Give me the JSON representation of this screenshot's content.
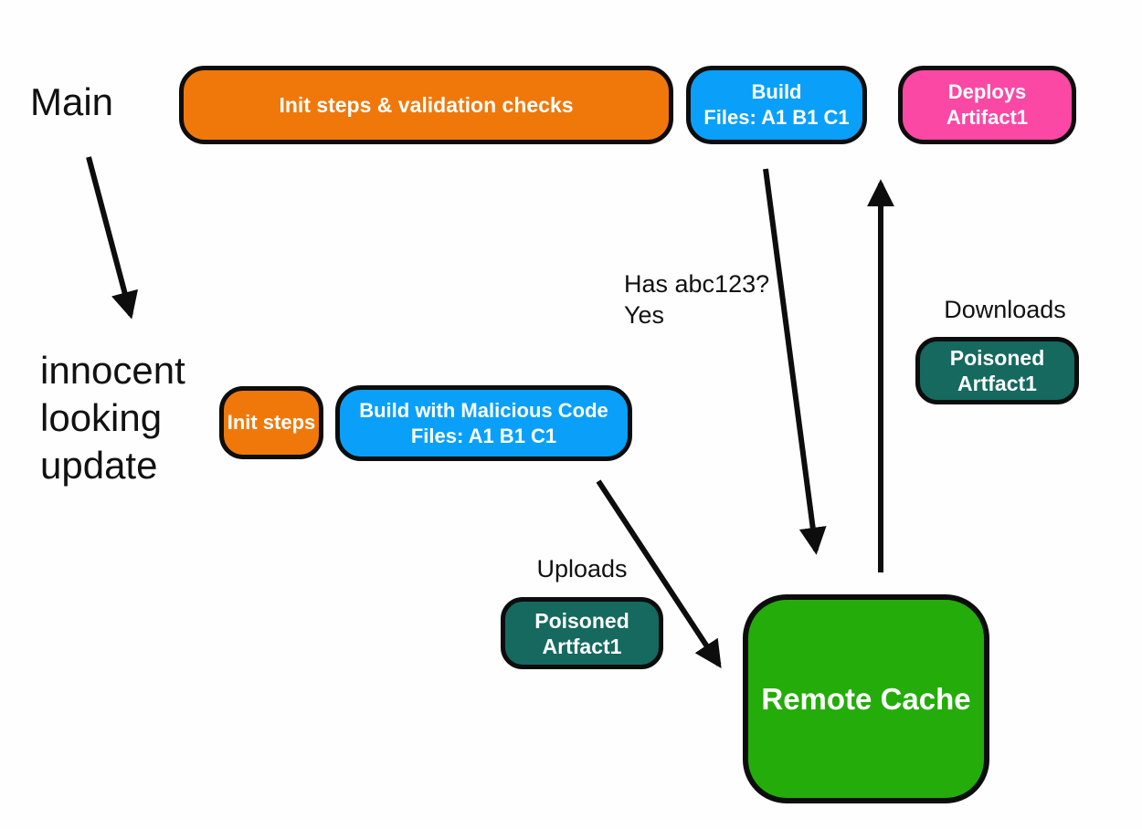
{
  "colors": {
    "canvas": "#fefefe",
    "orange": "#F0780A",
    "blue": "#0AA0FA",
    "pink": "#FB48A4",
    "teal": "#15695F",
    "green": "#24AC0A",
    "outline": "#0d0d0d",
    "textdark": "#111111",
    "textlight": "#ffffff"
  },
  "labels": {
    "main_branch": "Main",
    "update_branch": {
      "lines": [
        "innocent",
        "looking",
        "update"
      ]
    },
    "has_hash": {
      "lines": [
        "Has abc123?",
        "Yes"
      ]
    },
    "downloads": "Downloads",
    "uploads": "Uploads"
  },
  "nodes": {
    "init_validation": {
      "label": "Init steps & validation checks"
    },
    "build_main": {
      "lines": [
        "Build",
        "Files: A1 B1 C1"
      ]
    },
    "deploy": {
      "lines": [
        "Deploys",
        "Artifact1"
      ]
    },
    "init_steps": {
      "label": "Init steps"
    },
    "build_malicious": {
      "lines": [
        "Build with Malicious Code",
        "Files: A1 B1 C1"
      ]
    },
    "poisoned_download": {
      "lines": [
        "Poisoned",
        "Artfact1"
      ]
    },
    "poisoned_upload": {
      "lines": [
        "Poisoned",
        "Artfact1"
      ]
    },
    "remote_cache": {
      "label": "Remote Cache"
    }
  }
}
